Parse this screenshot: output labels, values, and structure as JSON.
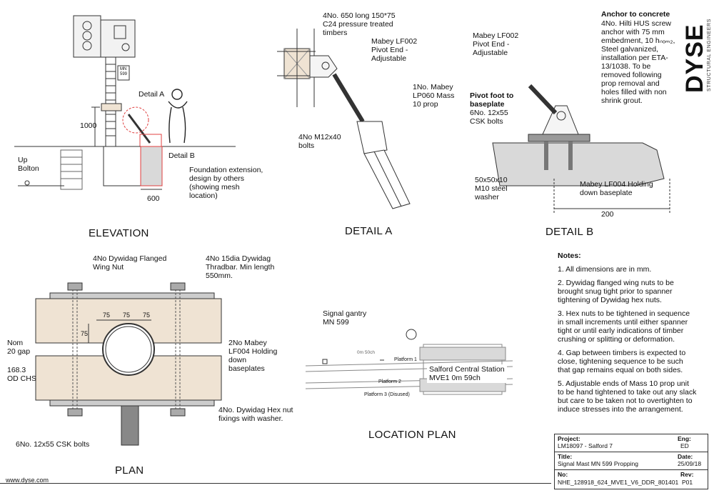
{
  "elevation": {
    "title": "ELEVATION",
    "detail_a_ref": "Detail A",
    "detail_b_ref": "Detail B",
    "dim_height": "1000",
    "dim_width": "600",
    "up_bolton": "Up\nBolton",
    "foundation_note": "Foundation extension,\ndesign by others\n(showing mesh\nlocation)",
    "sign_text": "MN\n599"
  },
  "detail_a": {
    "title": "DETAIL A",
    "timbers": "4No. 650 long 150*75\nC24 pressure treated\ntimbers",
    "pivot": "Mabey LF002\nPivot End -\nAdjustable",
    "prop": "1No. Mabey\nLP060 Mass\n10 prop",
    "bolts": "4No M12x40\nbolts"
  },
  "detail_b": {
    "title": "DETAIL B",
    "pivot": "Mabey LF002\nPivot End -\nAdjustable",
    "anchor_heading": "Anchor to concrete",
    "anchor_body": "4No. Hilti HUS screw\nanchor with 75 mm\nembedment, 10 hₙₒₘ₂,\nSteel galvanized,\ninstallation per ETA-\n13/1038. To be\nremoved following\nprop removal and\nholes filled with non\nshrink grout.",
    "pivot_foot_heading": "Pivot foot to\nbaseplate",
    "pivot_foot_body": "6No. 12x55\nCSK bolts",
    "washer": "50x50x10\nM10 steel\nwasher",
    "baseplate": "Mabey LF004 Holding\ndown baseplate",
    "dim": "200"
  },
  "plan": {
    "title": "PLAN",
    "wing_nut": "4No Dywidag Flanged\nWing Nut",
    "thradbar": "4No 15dia Dywidag\nThradbar. Min length\n550mm.",
    "gap": "Nom\n20 gap",
    "chs": "168.3\nOD CHS",
    "baseplates": "2No Mabey\nLF004 Holding\ndown\nbaseplates",
    "hex_nut": "4No. Dywidag Hex nut\nfixings with washer.",
    "csk_bolts": "6No. 12x55 CSK bolts",
    "dims": [
      "75",
      "75",
      "75",
      "75"
    ]
  },
  "location_plan": {
    "title": "LOCATION PLAN",
    "gantry": "Signal gantry\nMN 599",
    "station": "Salford Central Station\nMVE1 0m 59ch",
    "platform1": "Platform 1",
    "platform2": "Platform 2",
    "platform3": "Platform 3 (Disused)",
    "chainage": "0m 50ch"
  },
  "notes": {
    "heading": "Notes:",
    "items": [
      "1. All dimensions are in mm.",
      "2. Dywidag flanged wing nuts to be brought snug tight prior to spanner tightening of Dywidag hex nuts.",
      "3. Hex nuts to be tightened in sequence in small increments until either spanner tight or until early indications of timber crushing or splitting or deformation.",
      "4. Gap between timbers is expected to close, tightening sequence to be such that gap remains equal on both sides.",
      "5. Adjustable ends of Mass 10 prop unit to be hand tightened to take out any slack but care to be taken not to overtighten to induce stresses into the arrangement."
    ]
  },
  "title_block": {
    "project_label": "Project:",
    "project_value": "LM18097 - Salford 7",
    "eng_label": "Eng:",
    "eng_value": "ED",
    "title_label": "Title:",
    "title_value": "Signal Mast MN 599 Propping",
    "date_label": "Date:",
    "date_value": "25/09/18",
    "no_label": "No:",
    "no_value": "NHE_128918_624_MVE1_V6_DDR_801401",
    "rev_label": "Rev:",
    "rev_value": "P01"
  },
  "logo": {
    "name": "DYSE",
    "tagline": "STRUCTURAL ENGINEERS"
  },
  "footer": {
    "website": "www.dyse.com"
  },
  "colors": {
    "timber": "#efe3d3",
    "concrete": "#d9d9d9",
    "line": "#222222",
    "red": "#e04040"
  }
}
